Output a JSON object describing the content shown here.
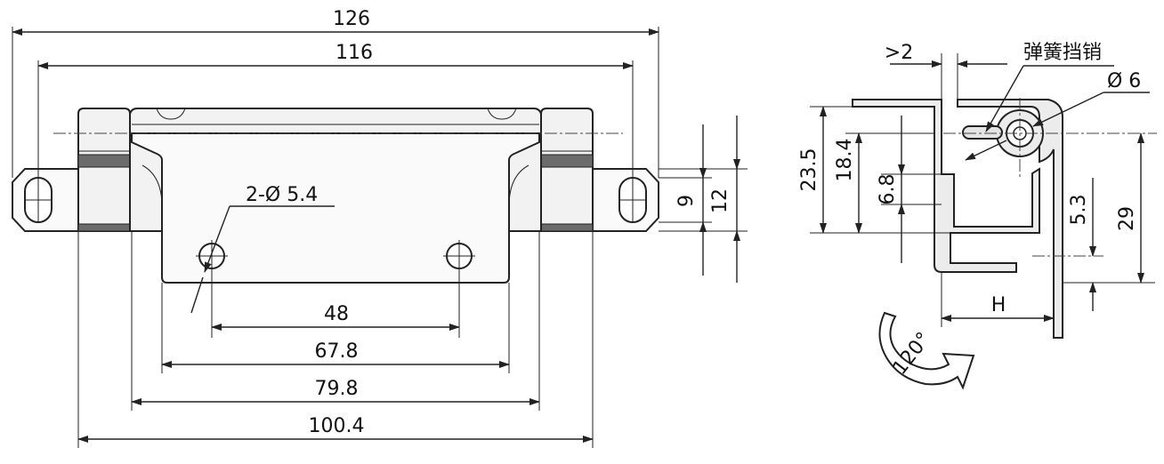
{
  "front_view": {
    "dim_overall": "126",
    "dim_slot_pitch": "116",
    "dim_hole_spacing": "48",
    "dim_plate_width": "67.8",
    "dim_leaf_width": "79.8",
    "dim_knuckle_length": "100.4",
    "dim_hole_callout": "2-Ø 5.4",
    "dim_slot_height": "9",
    "dim_tab_height": "12"
  },
  "side_view": {
    "dim_gap": ">2",
    "label_stop_pin": "弹簧挡销",
    "dim_pin_diameter": "Ø 6",
    "dim_height_total": "23.5",
    "dim_height_pin": "18.4",
    "dim_offset": "6.8",
    "dim_offset_right": "5.3",
    "dim_leaf_drop": "29",
    "dim_h": "H",
    "rotation_angle": "120°"
  }
}
